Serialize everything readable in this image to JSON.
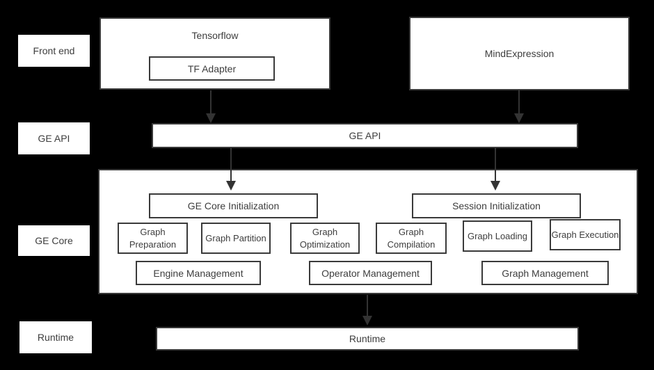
{
  "row_labels": {
    "front_end": "Front end",
    "ge_api": "GE API",
    "ge_core": "GE Core",
    "runtime": "Runtime"
  },
  "front_end": {
    "tensorflow": "Tensorflow",
    "tf_adapter": "TF Adapter",
    "mindexpression": "MindExpression"
  },
  "ge_api_bar": "GE API",
  "ge_core": {
    "init_boxes": [
      "GE Core Initialization",
      "Session Initialization"
    ],
    "stage_boxes": [
      "Graph Preparation",
      "Graph Partition",
      "Graph Optimization",
      "Graph Compilation",
      "Graph Loading",
      "Graph Execution"
    ],
    "management_boxes": [
      "Engine Management",
      "Operator Management",
      "Graph Management"
    ]
  },
  "runtime_bar": "Runtime",
  "colors": {
    "background": "#000000",
    "box_fill": "#ffffff",
    "box_border": "#3a3a3a",
    "text": "#3d3d3d",
    "arrow": "#333333"
  }
}
